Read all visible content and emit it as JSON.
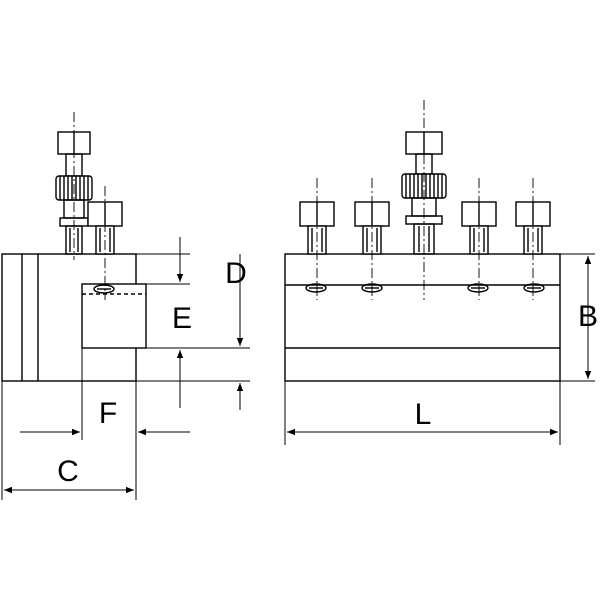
{
  "drawing": {
    "labels": {
      "D": "D",
      "E": "E",
      "B": "B",
      "F": "F",
      "L": "L",
      "C": "C"
    },
    "colors": {
      "line": "#000000",
      "background": "#ffffff"
    }
  }
}
